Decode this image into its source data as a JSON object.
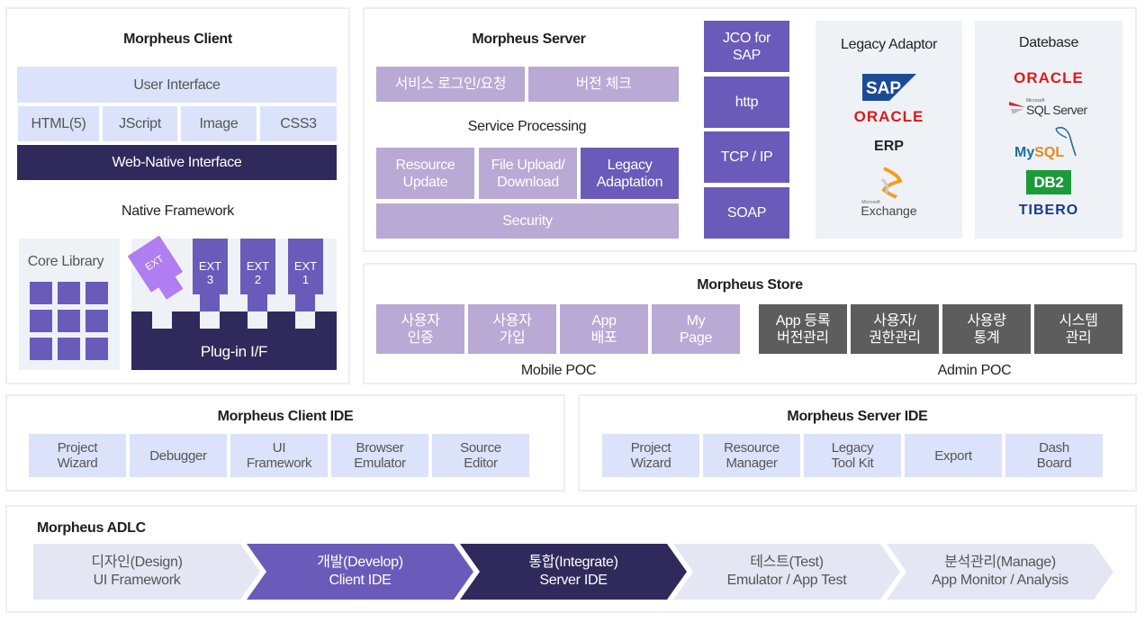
{
  "client": {
    "title": "Morpheus Client",
    "user_interface": "User Interface",
    "techs": [
      "HTML(5)",
      "JScript",
      "Image",
      "CSS3"
    ],
    "web_native": "Web-Native Interface",
    "native_framework": "Native Framework",
    "core_library": "Core Library",
    "ext_loose": "EXT",
    "exts": [
      {
        "l1": "EXT",
        "l2": "3"
      },
      {
        "l1": "EXT",
        "l2": "2"
      },
      {
        "l1": "EXT",
        "l2": "1"
      }
    ],
    "plugin_if": "Plug-in I/F"
  },
  "server": {
    "title": "Morpheus Server",
    "top": [
      "서비스 로그인/요청",
      "버전 체크"
    ],
    "service_processing": "Service Processing",
    "services": [
      {
        "l1": "Resource",
        "l2": "Update"
      },
      {
        "l1": "File Upload/",
        "l2": "Download"
      },
      {
        "l1": "Legacy",
        "l2": "Adaptation"
      }
    ],
    "security": "Security",
    "protocols": [
      {
        "l1": "JCO for",
        "l2": "SAP"
      },
      {
        "l1": "http",
        "l2": ""
      },
      {
        "l1": "TCP / IP",
        "l2": ""
      },
      {
        "l1": "SOAP",
        "l2": ""
      }
    ],
    "legacy_adaptor": {
      "title": "Legacy Adaptor",
      "logos": [
        "SAP",
        "ORACLE",
        "ERP",
        "Exchange"
      ],
      "exchange_small": "Microsoft"
    },
    "database": {
      "title": "Datebase",
      "logos": [
        "ORACLE",
        "SQL Server",
        "MySQL",
        "DB2",
        "TIBERO"
      ],
      "sql_small": "Microsoft"
    }
  },
  "store": {
    "title": "Morpheus Store",
    "mobile": [
      {
        "l1": "사용자",
        "l2": "인증"
      },
      {
        "l1": "사용자",
        "l2": "가입"
      },
      {
        "l1": "App",
        "l2": "배포"
      },
      {
        "l1": "My",
        "l2": "Page"
      }
    ],
    "mobile_label": "Mobile POC",
    "admin": [
      {
        "l1": "App 등록",
        "l2": "버전관리"
      },
      {
        "l1": "사용자/",
        "l2": "권한관리"
      },
      {
        "l1": "사용량",
        "l2": "통계"
      },
      {
        "l1": "시스템",
        "l2": "관리"
      }
    ],
    "admin_label": "Admin POC"
  },
  "client_ide": {
    "title": "Morpheus Client IDE",
    "items": [
      {
        "l1": "Project",
        "l2": "Wizard"
      },
      {
        "l1": "Debugger",
        "l2": ""
      },
      {
        "l1": "UI",
        "l2": "Framework"
      },
      {
        "l1": "Browser",
        "l2": "Emulator"
      },
      {
        "l1": "Source",
        "l2": "Editor"
      }
    ]
  },
  "server_ide": {
    "title": "Morpheus Server IDE",
    "items": [
      {
        "l1": "Project",
        "l2": "Wizard"
      },
      {
        "l1": "Resource",
        "l2": "Manager"
      },
      {
        "l1": "Legacy",
        "l2": "Tool Kit"
      },
      {
        "l1": "Export",
        "l2": ""
      },
      {
        "l1": "Dash",
        "l2": "Board"
      }
    ]
  },
  "adlc": {
    "title": "Morpheus ADLC",
    "steps": [
      {
        "l1": "디자인(Design)",
        "l2": "UI Framework",
        "color": "#e4e7f3",
        "text": "#555555"
      },
      {
        "l1": "개발(Develop)",
        "l2": "Client IDE",
        "color": "#6a5bba",
        "text": "#ffffff"
      },
      {
        "l1": "통합(Integrate)",
        "l2": "Server IDE",
        "color": "#302a5c",
        "text": "#ffffff"
      },
      {
        "l1": "테스트(Test)",
        "l2": "Emulator / App Test",
        "color": "#e4e7f3",
        "text": "#555555"
      },
      {
        "l1": "분석관리(Manage)",
        "l2": "App Monitor / Analysis",
        "color": "#e4e7f3",
        "text": "#555555"
      }
    ]
  },
  "colors": {
    "light_blue": "#dae3f9",
    "dark_navy": "#302a5c",
    "light_purple": "#b8a9d5",
    "mid_purple": "#6a5bba",
    "bright_purple": "#b07ef0",
    "grey": "#5d5d5d",
    "oracle_red": "#e3161b",
    "sap_blue": "#1c4b95",
    "db2_green": "#1b9b3a",
    "tibero_navy": "#1a3a8a",
    "mysql_blue": "#1f6f9a",
    "mysql_orange": "#e38b1a"
  }
}
